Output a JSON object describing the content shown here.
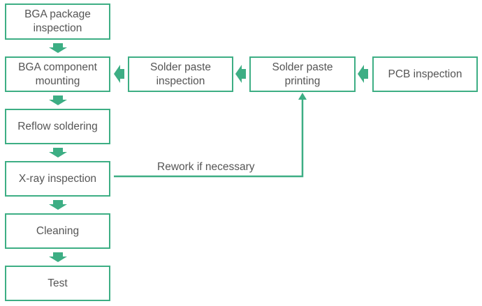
{
  "diagram": {
    "accent_color": "#3dae84",
    "text_color": "#555555",
    "steps": {
      "bga_package_inspection": "BGA package\ninspection",
      "bga_component_mounting": "BGA component\nmounting",
      "solder_paste_inspection": "Solder paste\ninspection",
      "solder_paste_printing": "Solder paste\nprinting",
      "pcb_inspection": "PCB inspection",
      "reflow_soldering": "Reflow soldering",
      "xray_inspection": "X-ray inspection",
      "cleaning": "Cleaning",
      "test": "Test"
    },
    "rework_label": "Rework if necessary"
  }
}
